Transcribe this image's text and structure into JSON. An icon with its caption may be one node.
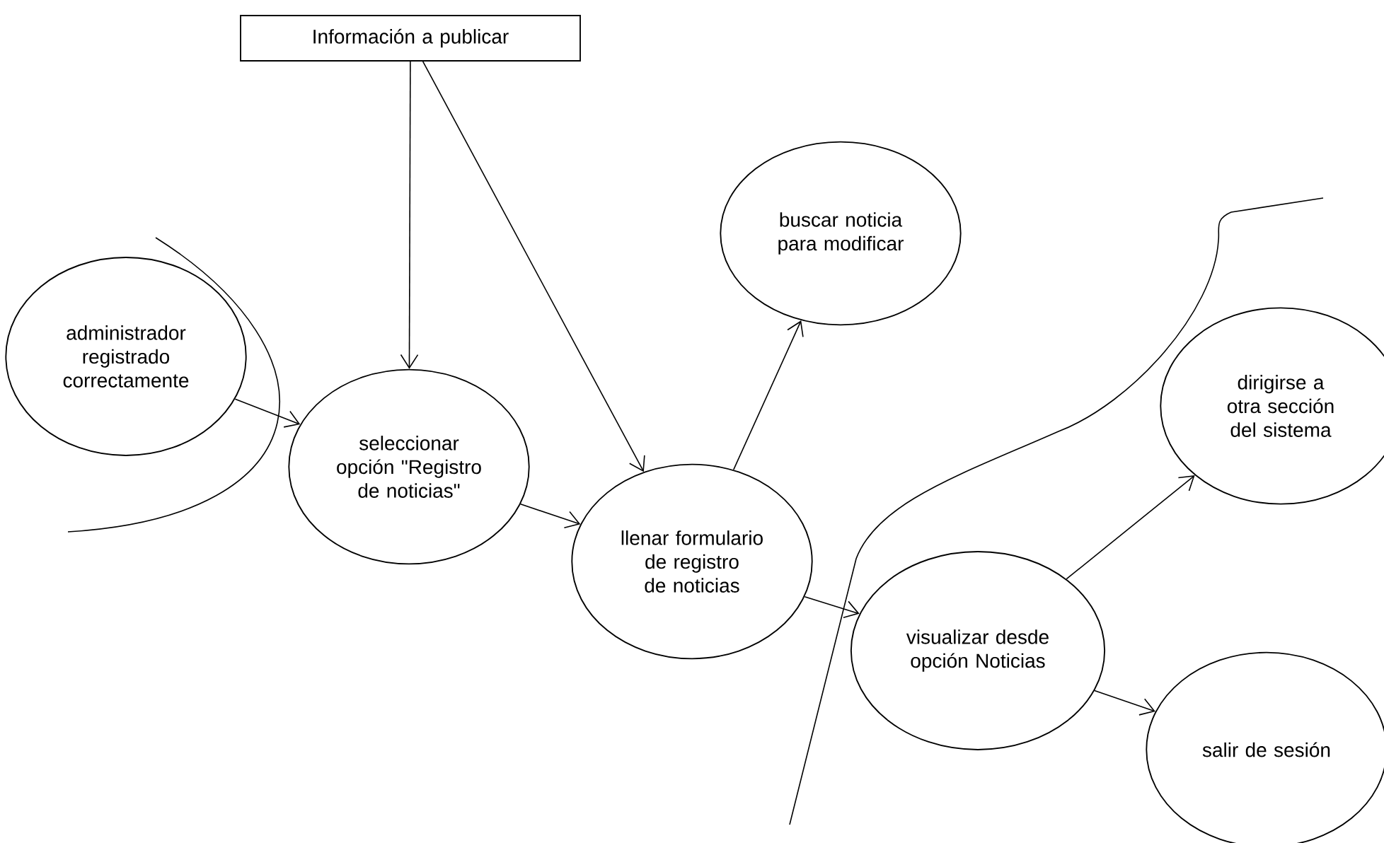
{
  "diagram": {
    "nodes": [
      {
        "text": [
          "Información a publicar"
        ]
      },
      {
        "text": [
          "administrador registrado correctamente"
        ]
      },
      {
        "text": [
          "seleccionar opción \"Registro de noticias\""
        ]
      },
      {
        "text": [
          "llenar formulario de registro de noticias"
        ]
      },
      {
        "text": [
          "buscar noticia para modificar"
        ]
      },
      {
        "text": [
          "dirigirse a otra sección del sistema"
        ]
      },
      {
        "text": [
          "visualizar desde opción Noticias"
        ]
      },
      {
        "text": [
          "salir de sesión"
        ]
      }
    ],
    "edges": [
      {
        "from": 0,
        "to": 2,
        "arrow": "to"
      },
      {
        "from": 0,
        "to": 3,
        "arrow": "to"
      },
      {
        "from": 1,
        "to": 2,
        "arrow": "to"
      },
      {
        "from": 2,
        "to": 3,
        "arrow": "to"
      },
      {
        "from": 3,
        "to": 4,
        "arrow": "to"
      },
      {
        "from": 3,
        "to": 6,
        "arrow": "to"
      },
      {
        "from": 6,
        "to": 5,
        "arrow": "to"
      },
      {
        "from": 6,
        "to": 7,
        "arrow": "to"
      }
    ]
  }
}
